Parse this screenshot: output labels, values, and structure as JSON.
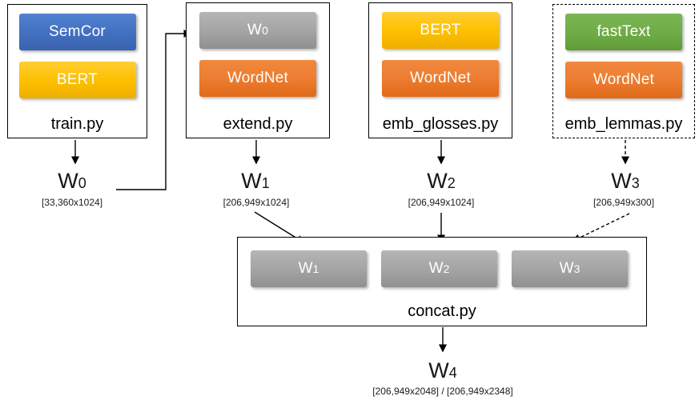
{
  "palette": {
    "semcor_blue": "#4472C4",
    "bert_yellow": "#FFC000",
    "wordnet_orange": "#ED7D31",
    "fasttext_green": "#70AD47",
    "matrix_gray": "#A5A5A5",
    "line_black": "#000000"
  },
  "boxes": [
    {
      "label": "train.py",
      "border": "solid",
      "buttons": [
        {
          "label": "SemCor",
          "color": "semcor_blue"
        },
        {
          "label": "BERT",
          "color": "bert_yellow"
        }
      ]
    },
    {
      "label": "extend.py",
      "border": "solid",
      "buttons": [
        {
          "label": "W",
          "sub": "0",
          "color": "matrix_gray"
        },
        {
          "label": "WordNet",
          "color": "wordnet_orange"
        }
      ]
    },
    {
      "label": "emb_glosses.py",
      "border": "solid",
      "buttons": [
        {
          "label": "BERT",
          "color": "bert_yellow"
        },
        {
          "label": "WordNet",
          "color": "wordnet_orange"
        }
      ]
    },
    {
      "label": "emb_lemmas.py",
      "border": "dashed",
      "buttons": [
        {
          "label": "fastText",
          "color": "fasttext_green"
        },
        {
          "label": "WordNet",
          "color": "wordnet_orange"
        }
      ]
    }
  ],
  "outputs": [
    {
      "name": "W",
      "sub": "0",
      "dims": "[33,360x1024]"
    },
    {
      "name": "W",
      "sub": "1",
      "dims": "[206,949x1024]"
    },
    {
      "name": "W",
      "sub": "2",
      "dims": "[206,949x1024]"
    },
    {
      "name": "W",
      "sub": "3",
      "dims": "[206,949x300]"
    }
  ],
  "concat": {
    "label": "concat.py",
    "slots": [
      {
        "name": "W",
        "sub": "1"
      },
      {
        "name": "W",
        "sub": "2"
      },
      {
        "name": "W",
        "sub": "3"
      }
    ]
  },
  "final": {
    "name": "W",
    "sub": "4",
    "dims": "[206,949x2048] / [206,949x2348]"
  }
}
